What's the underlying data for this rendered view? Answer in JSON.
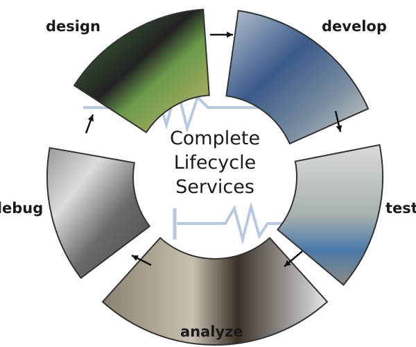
{
  "title": [
    "Complete",
    "Lifecycle",
    "Services"
  ],
  "stages": [
    {
      "id": "design",
      "label": "design"
    },
    {
      "id": "develop",
      "label": "develop"
    },
    {
      "id": "test",
      "label": "test"
    },
    {
      "id": "analyze",
      "label": "analyze"
    },
    {
      "id": "debug",
      "label": "debug"
    }
  ],
  "colors": {
    "wave": "#b8c8e0",
    "arrow": "#111111",
    "border": "#333333"
  }
}
